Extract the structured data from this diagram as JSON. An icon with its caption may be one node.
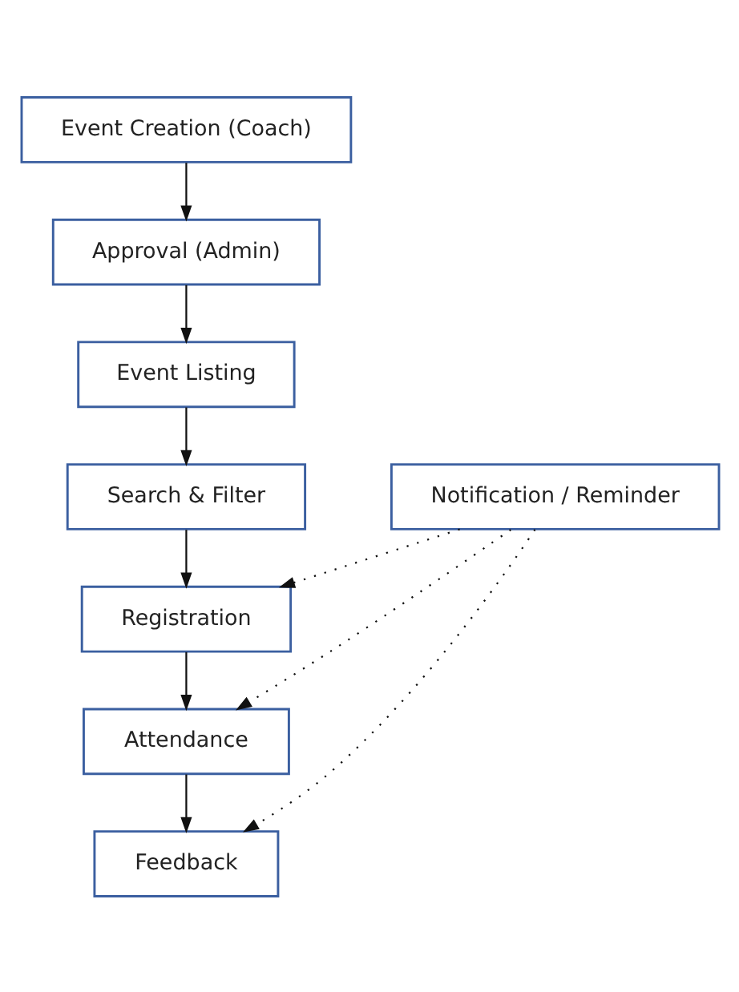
{
  "diagram": {
    "nodes": [
      {
        "text": [
          "Event Creation (Coach)"
        ]
      },
      {
        "text": [
          "Approval (Admin)"
        ]
      },
      {
        "text": [
          "Event Listing"
        ]
      },
      {
        "text": [
          "Search & Filter"
        ]
      },
      {
        "text": [
          "Notification / Reminder"
        ]
      },
      {
        "text": [
          "Registration"
        ]
      },
      {
        "text": [
          "Attendance"
        ]
      },
      {
        "text": [
          "Feedback"
        ]
      }
    ],
    "edges": [
      {
        "from": 0,
        "to": 1,
        "arrow": "to"
      },
      {
        "from": 1,
        "to": 2,
        "arrow": "to"
      },
      {
        "from": 2,
        "to": 3,
        "arrow": "to"
      },
      {
        "from": 3,
        "to": 5,
        "arrow": "to"
      },
      {
        "from": 4,
        "to": 5,
        "arrow": "to",
        "style": "dashed"
      },
      {
        "from": 5,
        "to": 6,
        "arrow": "to"
      },
      {
        "from": 4,
        "to": 6,
        "arrow": "to",
        "style": "dashed"
      },
      {
        "from": 6,
        "to": 7,
        "arrow": "to"
      },
      {
        "from": 4,
        "to": 7,
        "arrow": "to",
        "style": "dashed"
      }
    ]
  }
}
